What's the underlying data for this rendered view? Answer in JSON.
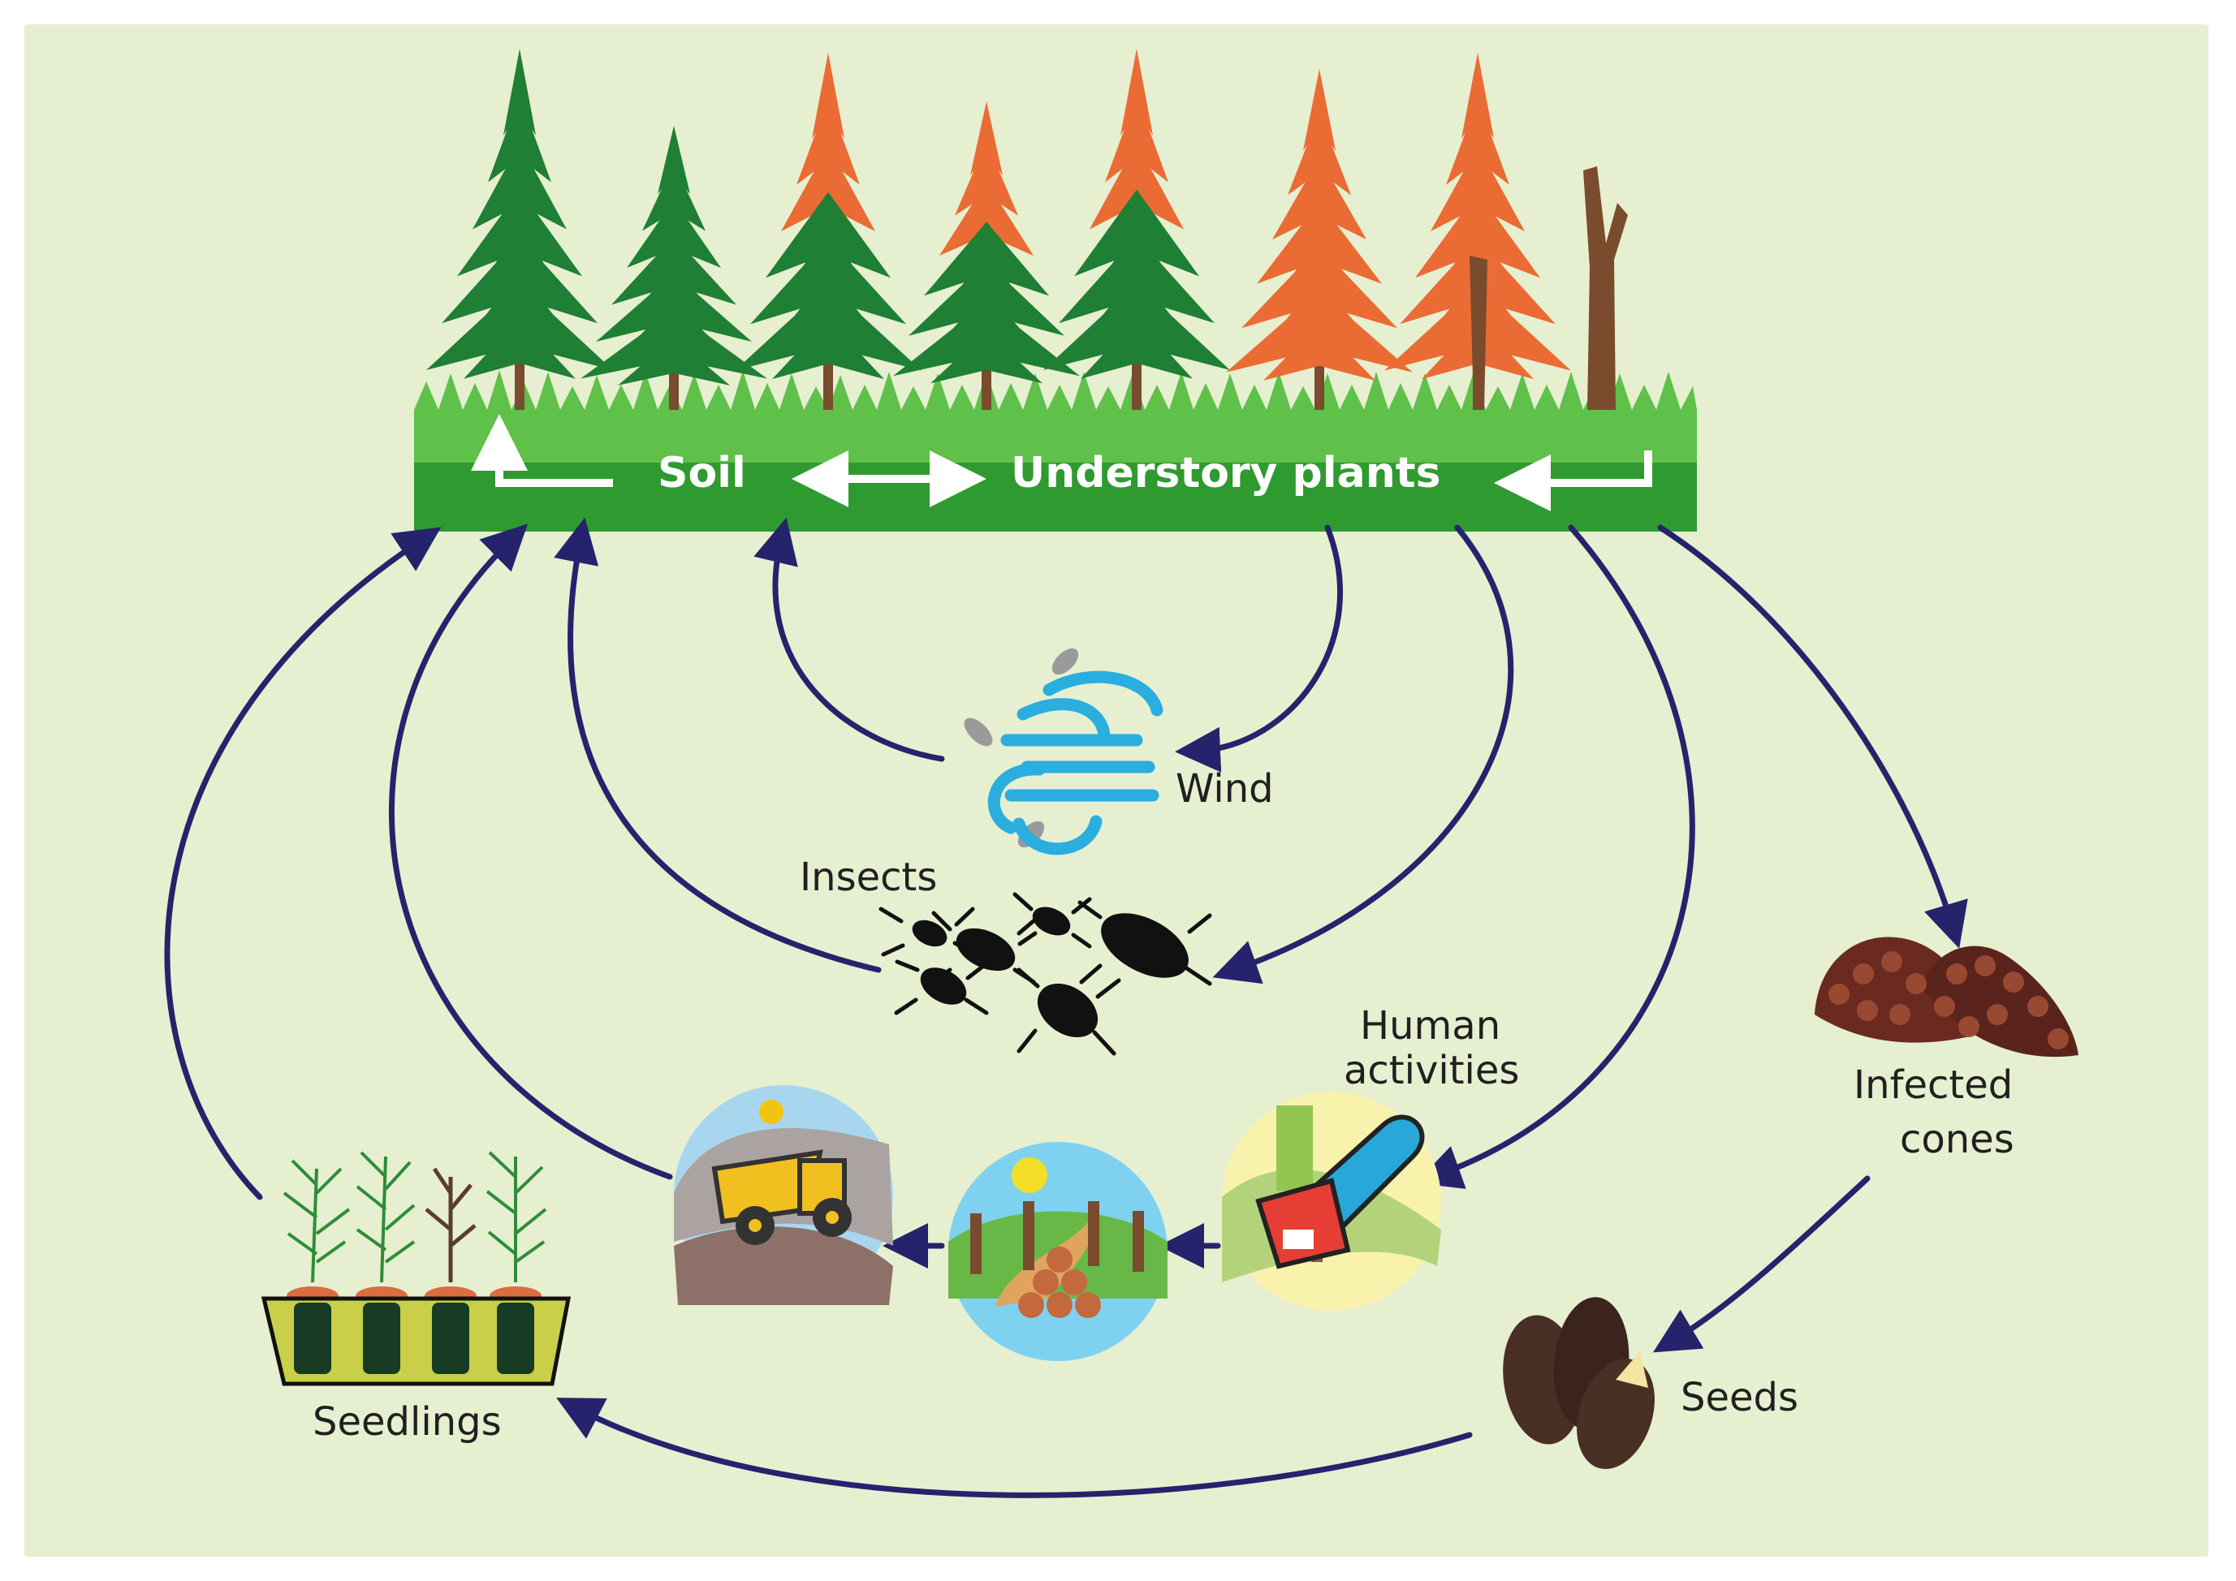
{
  "diagram": {
    "top_labels": {
      "soil": "Soil",
      "understory": "Understory plants"
    },
    "labels": {
      "wind": "Wind",
      "insects": "Insects",
      "human_line1": "Human",
      "human_line2": "activities",
      "infected_line1": "Infected",
      "infected_line2": "cones",
      "seeds": "Seeds",
      "seedlings": "Seedlings"
    }
  },
  "colors": {
    "background": "#e6efd0",
    "arrow": "#25236b",
    "grass": "#3ca63a",
    "tree_green": "#1f7f34",
    "tree_orange": "#eb6b34",
    "trunk": "#7a4b2d"
  },
  "icons": [
    "wind-icon",
    "insects-icon",
    "chainsaw-icon",
    "logs-icon",
    "dump-truck-icon",
    "pine-cones-icon",
    "seeds-icon",
    "seedling-tray-icon"
  ]
}
